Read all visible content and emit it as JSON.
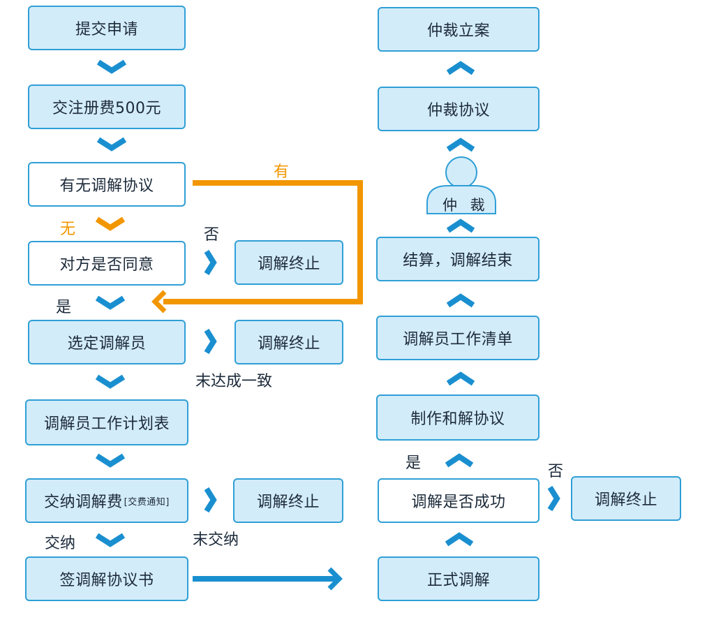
{
  "colors": {
    "blue": "#1a8fd0",
    "orange": "#f29600",
    "box_fill": "#d3ecfa",
    "box_border": "#2f9fd6"
  },
  "left": {
    "submit": "提交申请",
    "fee": "交注册费500元",
    "agreement": "有无调解协议",
    "consent": "对方是否同意",
    "select_mediator": "选定调解员",
    "work_plan": "调解员工作计划表",
    "pay_main": "交纳调解费",
    "pay_note": "[交费通知]",
    "sign": "签调解协议书"
  },
  "middle": {
    "terminate_1": "调解终止",
    "terminate_2": "调解终止",
    "terminate_3": "调解终止"
  },
  "right": {
    "filing": "仲裁立案",
    "arb_agreement": "仲裁协议",
    "arbitration_icon_label": "仲 裁",
    "settle": "结算，调解结束",
    "work_list": "调解员工作清单",
    "make_agreement": "制作和解协议",
    "success_q": "调解是否成功",
    "terminate_4": "调解终止",
    "formal": "正式调解"
  },
  "labels": {
    "have": "有",
    "none": "无",
    "no_1": "否",
    "yes_1": "是",
    "not_agreed": "末达成一致",
    "paid": "交纳",
    "not_paid": "末交纳",
    "yes_2": "是",
    "no_2": "否"
  }
}
